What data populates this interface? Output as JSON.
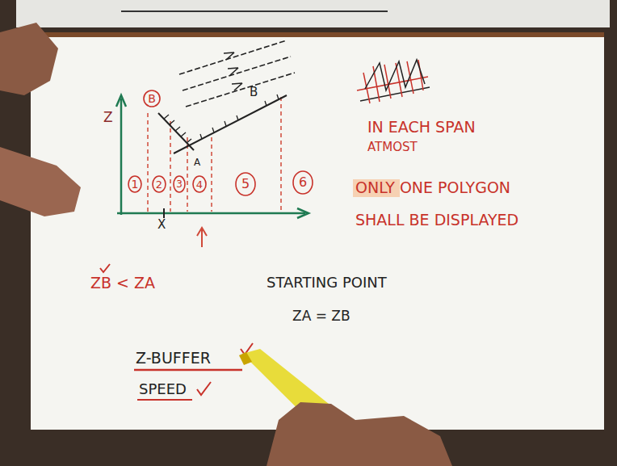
{
  "diagram": {
    "nodes": [
      {
        "text": [
          "B"
        ]
      },
      {
        "text": [
          "1"
        ]
      },
      {
        "text": [
          "2"
        ]
      },
      {
        "text": [
          "3"
        ]
      },
      {
        "text": [
          "4"
        ]
      },
      {
        "text": [
          "5"
        ]
      },
      {
        "text": [
          "6"
        ]
      }
    ],
    "labels": [
      "Z",
      "B",
      "A",
      "X",
      "IN EACH SPAN",
      "ATMOST",
      "ONLY ONE POLYGON",
      "SHALL BE DISPLAYED",
      "ZB < ZA",
      "STARTING POINT",
      "ZA = ZB",
      "Z-BUFFER",
      "SPEED"
    ]
  }
}
